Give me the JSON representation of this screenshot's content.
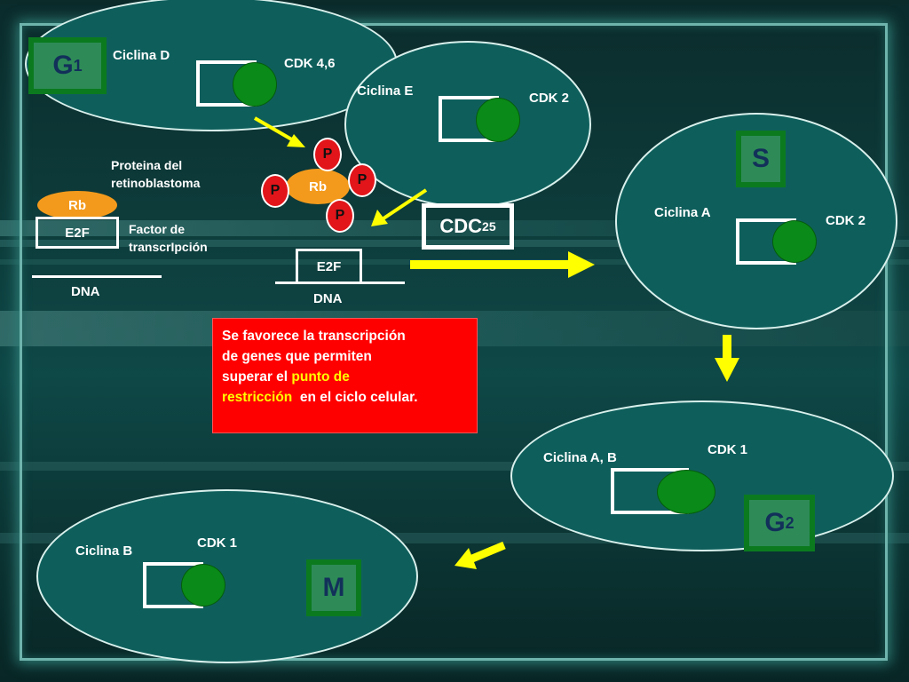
{
  "g1": {
    "phase_letter": "G",
    "phase_sub": "1",
    "cyclin": "Ciclina D",
    "cdk": "CDK 4,6"
  },
  "g1e": {
    "cyclin": "Ciclina E",
    "cdk": "CDK 2"
  },
  "s": {
    "phase_letter": "S",
    "cyclin": "Ciclina A",
    "cdk": "CDK 2"
  },
  "g2": {
    "phase_letter": "G",
    "phase_sub": "2",
    "cyclin": "Ciclina A, B",
    "cdk": "CDK 1"
  },
  "m": {
    "phase_letter": "M",
    "cyclin": "Ciclina B",
    "cdk": "CDK 1"
  },
  "left_complex": {
    "rb_label": "Rb",
    "e2f_label": "E2F",
    "protein_label_1": "Proteina del",
    "protein_label_2": "retinoblastoma",
    "factor_label_1": "Factor de",
    "factor_label_2": "transcrIpción",
    "dna_label": "DNA"
  },
  "phospho": {
    "rb_label": "Rb",
    "p_label": "P",
    "e2f_label": "E2F",
    "dna_label": "DNA"
  },
  "cdc": {
    "main": "CDC",
    "sub": "25"
  },
  "note": {
    "line1": "Se favorece la transcripción",
    "line2": "de genes que permiten",
    "line3_a": "superar el ",
    "line3_b": "punto de",
    "line4_a": "restricción",
    "line4_b": "  en el ciclo celular."
  },
  "colors": {
    "ellipse_fill": "#0e5f5c",
    "phase_box": "#2e8b57",
    "cdk_circle": "#0a8a18",
    "rb": "#f39a1c",
    "phosphate": "#e2151a",
    "arrow": "#ffff00",
    "note_bg": "#ff0000"
  }
}
